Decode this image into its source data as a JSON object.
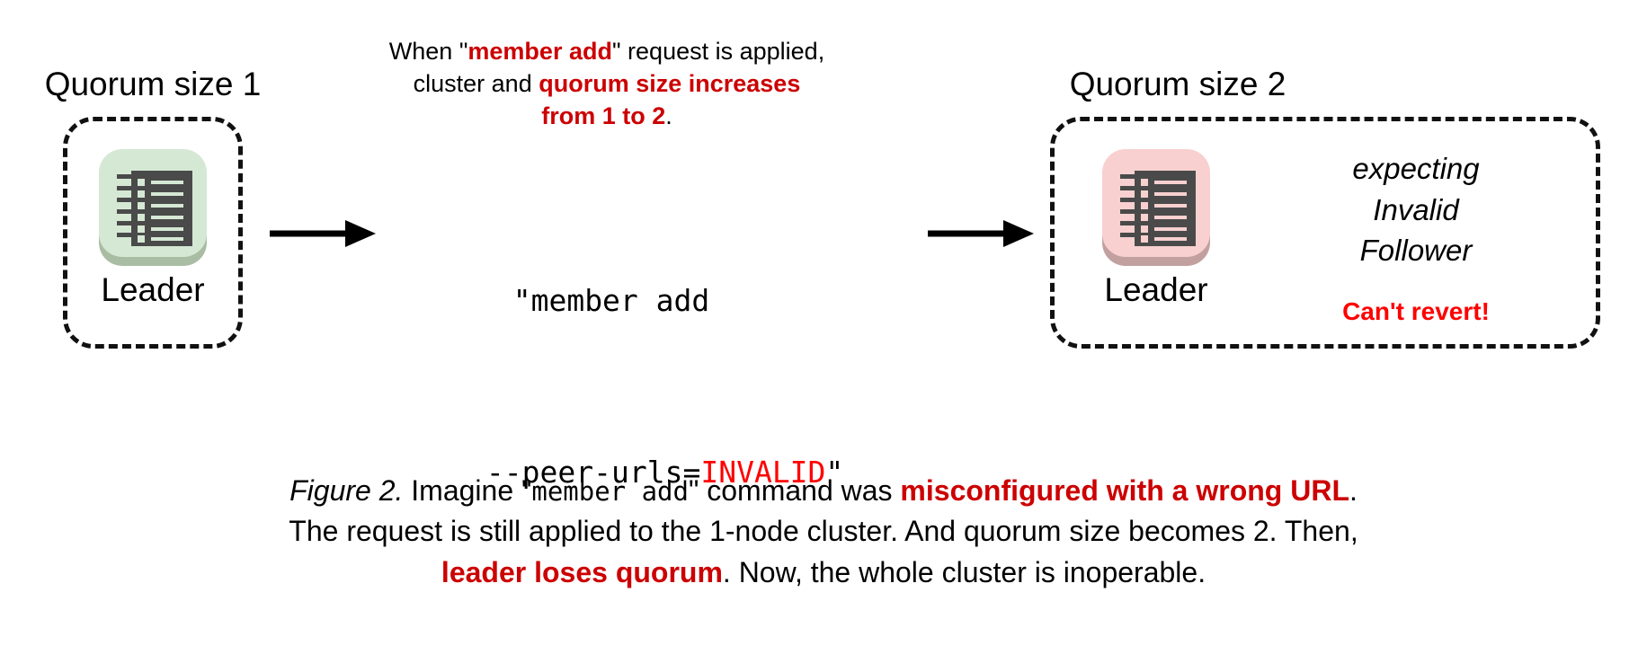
{
  "figure": {
    "diagram_type": "etcd cluster membership reconfiguration failure",
    "colors": {
      "accent_red": "#cc0000",
      "bright_red": "#ff0000",
      "healthy_node": "#d5e8d4",
      "healthy_node_shadow": "#a9bda4",
      "faulty_node": "#f8d0d0",
      "faulty_node_shadow": "#c2a0a0",
      "rack_dark": "#4a4a4a",
      "box_border": "#111111"
    }
  },
  "left_cluster": {
    "title": "Quorum size 1",
    "node": {
      "label": "Leader",
      "icon": "server-rack-icon",
      "state": "healthy"
    }
  },
  "right_cluster": {
    "title": "Quorum size 2",
    "node": {
      "label": "Leader",
      "icon": "server-rack-icon",
      "state": "faulty"
    },
    "status": {
      "line1": "expecting",
      "line2": "Invalid",
      "line3": "Follower",
      "warning": "Can't revert!"
    }
  },
  "top_note": {
    "line1_pre": "When \"",
    "line1_strong": "member add",
    "line1_post": "\" request is applied,",
    "line2_pre": "cluster and ",
    "line2_strong": "quorum size increases",
    "line3_strong": "from 1 to 2",
    "line3_post": "."
  },
  "command": {
    "line1": "\"member add",
    "line2_pre": "--peer-urls=",
    "line2_invalid": "INVALID",
    "line2_post": "\""
  },
  "arrows": {
    "left_arrow": "arrow-right-icon",
    "right_arrow": "arrow-right-icon"
  },
  "caption": {
    "line1_fig": "Figure 2.",
    "line1_a": " Imagine \"",
    "line1_mono": "member add",
    "line1_b": "\" command was ",
    "line1_hot": "misconfigured with a wrong URL",
    "line1_c": ".",
    "line2": "The request is still applied to the 1-node cluster. And quorum size becomes 2. Then,",
    "line3_hot": "leader loses quorum",
    "line3_post": ". Now, the whole cluster is inoperable."
  }
}
